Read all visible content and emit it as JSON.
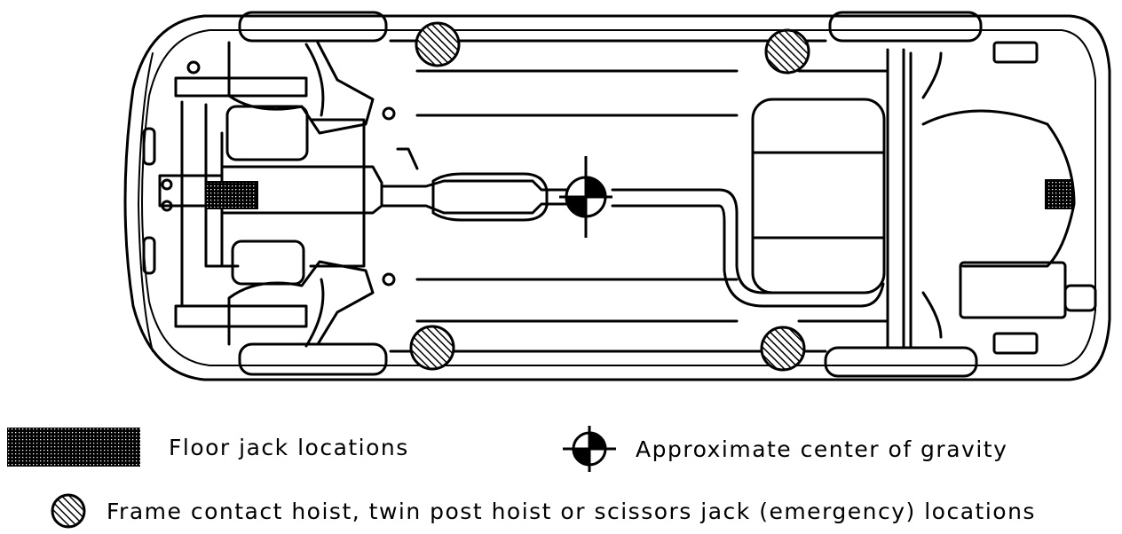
{
  "legend": {
    "floor_jack": "Floor jack locations",
    "center_gravity": "Approximate center of gravity",
    "frame_contact": "Frame contact hoist, twin post hoist or scissors jack (emergency) locations"
  },
  "icons": {
    "floor_jack": "dotted-rectangle-icon",
    "center_gravity": "crosshair-quadrant-icon",
    "frame_contact": "hatched-circle-icon"
  },
  "colors": {
    "ink": "#000000",
    "paper": "#ffffff"
  }
}
